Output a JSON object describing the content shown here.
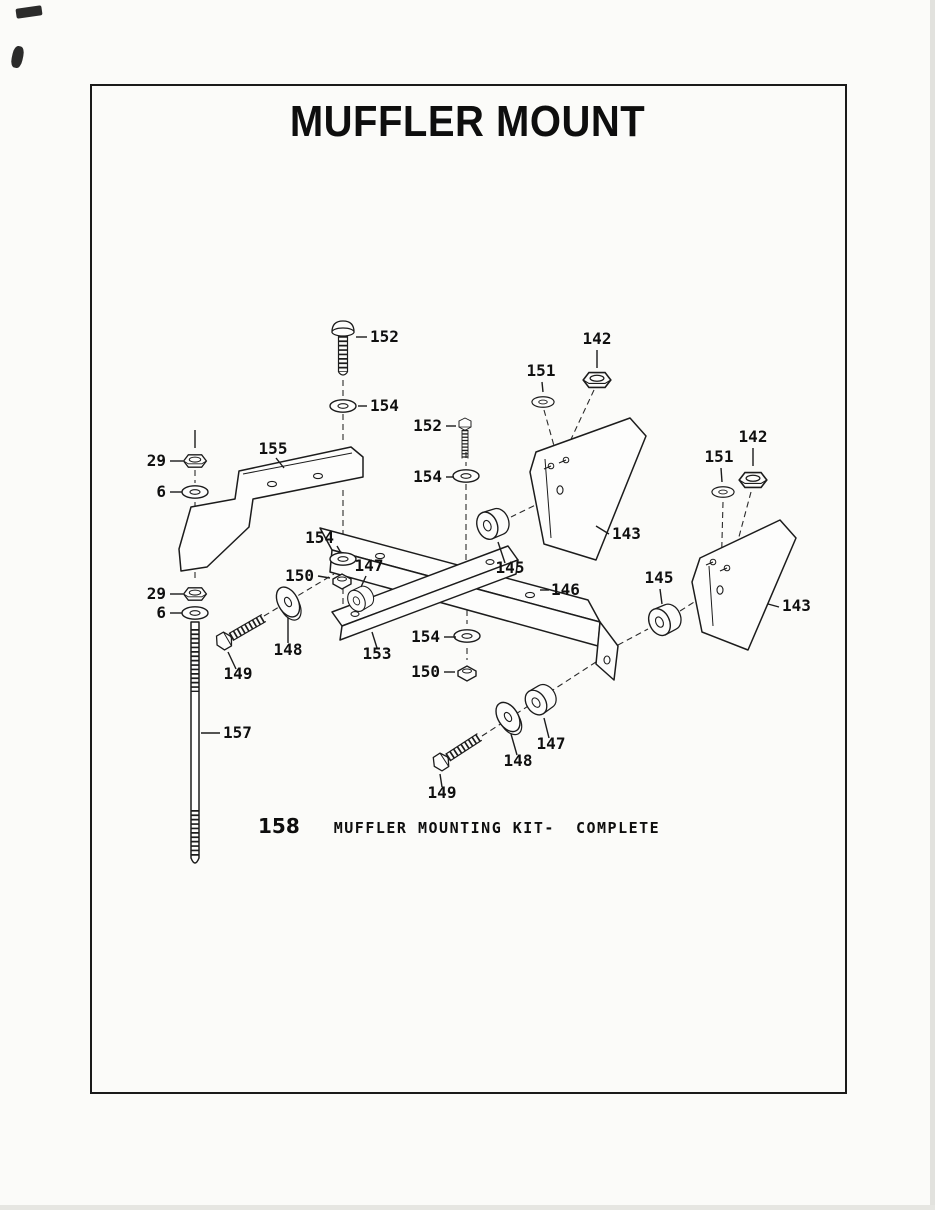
{
  "page": {
    "title": "MUFFLER MOUNT",
    "kit_number": "158",
    "kit_caption": "MUFFLER MOUNTING KIT-  COMPLETE"
  },
  "labels": [
    "152",
    "154",
    "142",
    "151",
    "152",
    "29",
    "155",
    "6",
    "154",
    "143",
    "154",
    "145",
    "150",
    "147",
    "146",
    "29",
    "6",
    "148",
    "149",
    "153",
    "154",
    "150",
    "145",
    "142",
    "151",
    "143",
    "157",
    "148",
    "147",
    "149"
  ]
}
